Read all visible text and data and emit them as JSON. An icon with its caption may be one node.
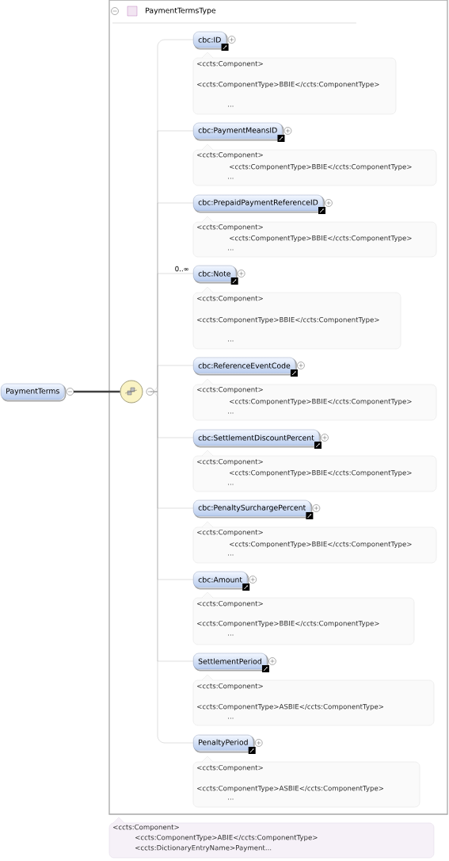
{
  "diagram": {
    "nodes": [
      {
        "text": [
          "PaymentTerms"
        ]
      },
      {
        "text": [
          "PaymentTermsType"
        ]
      },
      {
        "text": [],
        "shape": "circle",
        "in": 1
      },
      {
        "text": [
          "cbc:ID"
        ],
        "in": 1
      },
      {
        "text": [
          "<ccts:Component>",
          "<ccts:ComponentType>BBIE</ccts:ComponentType>",
          "..."
        ],
        "in": 1
      },
      {
        "text": [
          "cbc:PaymentMeansID"
        ],
        "in": 1
      },
      {
        "text": [
          "<ccts:Component>",
          "<ccts:ComponentType>BBIE</ccts:ComponentType>",
          "..."
        ],
        "in": 1
      },
      {
        "text": [
          "cbc:PrepaidPaymentReferenceID"
        ],
        "in": 1
      },
      {
        "text": [
          "<ccts:Component>",
          "<ccts:ComponentType>BBIE</ccts:ComponentType>",
          "..."
        ],
        "in": 1
      },
      {
        "text": [
          "cbc:Note"
        ],
        "beside": [
          "0..∞"
        ],
        "in": 1
      },
      {
        "text": [
          "<ccts:Component>",
          "<ccts:ComponentType>BBIE</ccts:ComponentType>",
          "..."
        ],
        "in": 1
      },
      {
        "text": [
          "cbc:ReferenceEventCode"
        ],
        "in": 1
      },
      {
        "text": [
          "<ccts:Component>",
          "<ccts:ComponentType>BBIE</ccts:ComponentType>",
          "..."
        ],
        "in": 1
      },
      {
        "text": [
          "cbc:SettlementDiscountPercent"
        ],
        "in": 1
      },
      {
        "text": [
          "<ccts:Component>",
          "<ccts:ComponentType>BBIE</ccts:ComponentType>",
          "..."
        ],
        "in": 1
      },
      {
        "text": [
          "cbc:PenaltySurchargePercent"
        ],
        "in": 1
      },
      {
        "text": [
          "<ccts:Component>",
          "<ccts:ComponentType>BBIE</ccts:ComponentType>",
          "..."
        ],
        "in": 1
      },
      {
        "text": [
          "cbc:Amount"
        ],
        "in": 1
      },
      {
        "text": [
          "<ccts:Component>",
          "<ccts:ComponentType>BBIE</ccts:ComponentType>",
          "..."
        ],
        "in": 1
      },
      {
        "text": [
          "SettlementPeriod"
        ],
        "in": 1
      },
      {
        "text": [
          "<ccts:Component>",
          "<ccts:ComponentType>ASBIE</ccts:ComponentType>",
          "..."
        ],
        "in": 1
      },
      {
        "text": [
          "PenaltyPeriod"
        ],
        "in": 1
      },
      {
        "text": [
          "<ccts:Component>",
          "<ccts:ComponentType>ASBIE</ccts:ComponentType>",
          "..."
        ],
        "in": 1
      },
      {
        "text": [
          "<ccts:Component>",
          "<ccts:ComponentType>ABIE</ccts:ComponentType>",
          "<ccts:DictionaryEntryName>Payment..."
        ]
      }
    ],
    "edges": [
      {
        "from": 0,
        "to": 2,
        "arrow": "none",
        "style": "thick",
        "color": "#404040"
      },
      {
        "from": 2,
        "to": 3,
        "arrow": "none"
      },
      {
        "from": 2,
        "to": 5,
        "arrow": "none"
      },
      {
        "from": 2,
        "to": 7,
        "arrow": "none"
      },
      {
        "from": 2,
        "to": 9,
        "arrow": "none"
      },
      {
        "from": 2,
        "to": 11,
        "arrow": "none"
      },
      {
        "from": 2,
        "to": 13,
        "arrow": "none"
      },
      {
        "from": 2,
        "to": 15,
        "arrow": "none"
      },
      {
        "from": 2,
        "to": 17,
        "arrow": "none"
      },
      {
        "from": 2,
        "to": 19,
        "arrow": "none"
      },
      {
        "from": 2,
        "to": 21,
        "arrow": "none"
      }
    ]
  }
}
